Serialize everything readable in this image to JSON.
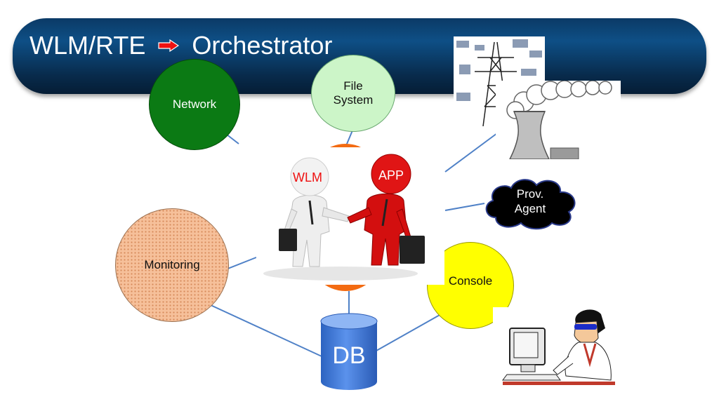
{
  "title": {
    "left": "WLM/RTE",
    "right": "Orchestrator"
  },
  "nodes": {
    "network": "Network",
    "file_system_line1": "File",
    "file_system_line2": "System",
    "monitoring": "Monitoring",
    "console": "Console",
    "prov_line1": "Prov.",
    "prov_line2": "Agent",
    "db": "DB"
  },
  "handshake": {
    "left_label": "WLM",
    "right_label": "APP"
  },
  "colors": {
    "accent_red": "#ee1111",
    "link": "#4f81c7",
    "title_bar": "#0b3a66"
  }
}
